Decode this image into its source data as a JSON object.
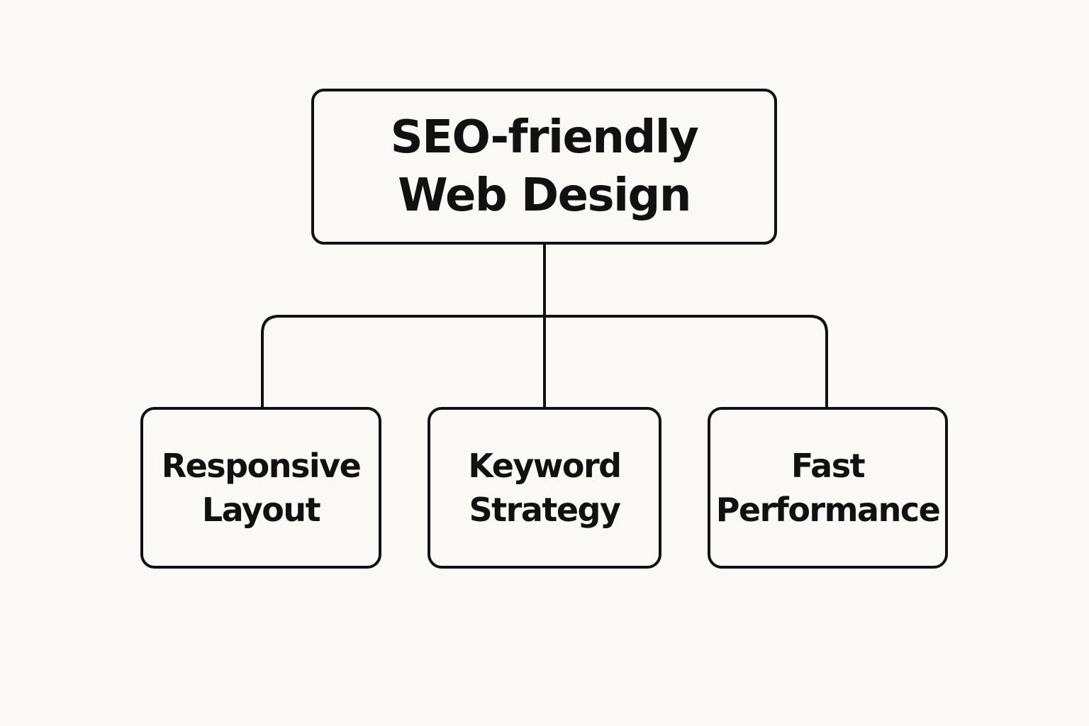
{
  "colors": {
    "background": "#faf9f5",
    "stroke": "#111111",
    "box_fill": "#faf9f5",
    "text": "#111111"
  },
  "diagram": {
    "type": "tree",
    "root": {
      "lines": [
        "SEO-friendly",
        "Web Design"
      ]
    },
    "children": [
      {
        "lines": [
          "Responsive",
          "Layout"
        ]
      },
      {
        "lines": [
          "Keyword",
          "Strategy"
        ]
      },
      {
        "lines": [
          "Fast",
          "Performance"
        ]
      }
    ]
  }
}
